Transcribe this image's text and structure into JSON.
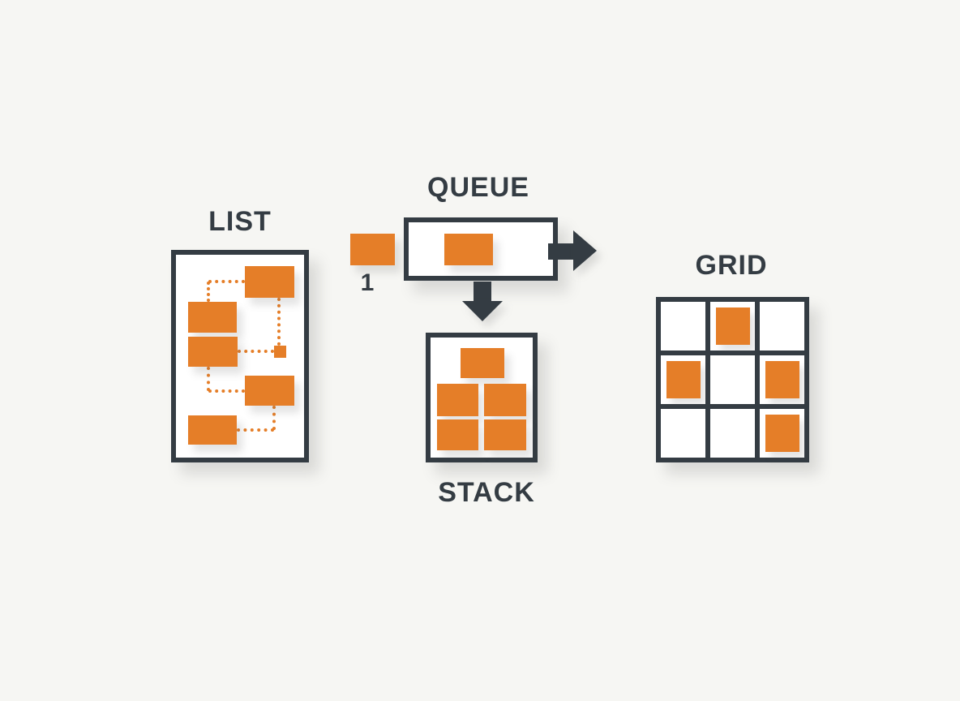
{
  "colors": {
    "orange": "#E57E28",
    "dark": "#343C43",
    "background": "#F6F6F3",
    "panel_white": "#FFFFFF"
  },
  "sections": {
    "list": {
      "label": "LIST"
    },
    "queue": {
      "label": "QUEUE",
      "incoming_item_label": "1"
    },
    "stack": {
      "label": "STACK"
    },
    "grid": {
      "label": "GRID",
      "cells": [
        0,
        1,
        0,
        1,
        0,
        1,
        0,
        0,
        1
      ]
    }
  }
}
